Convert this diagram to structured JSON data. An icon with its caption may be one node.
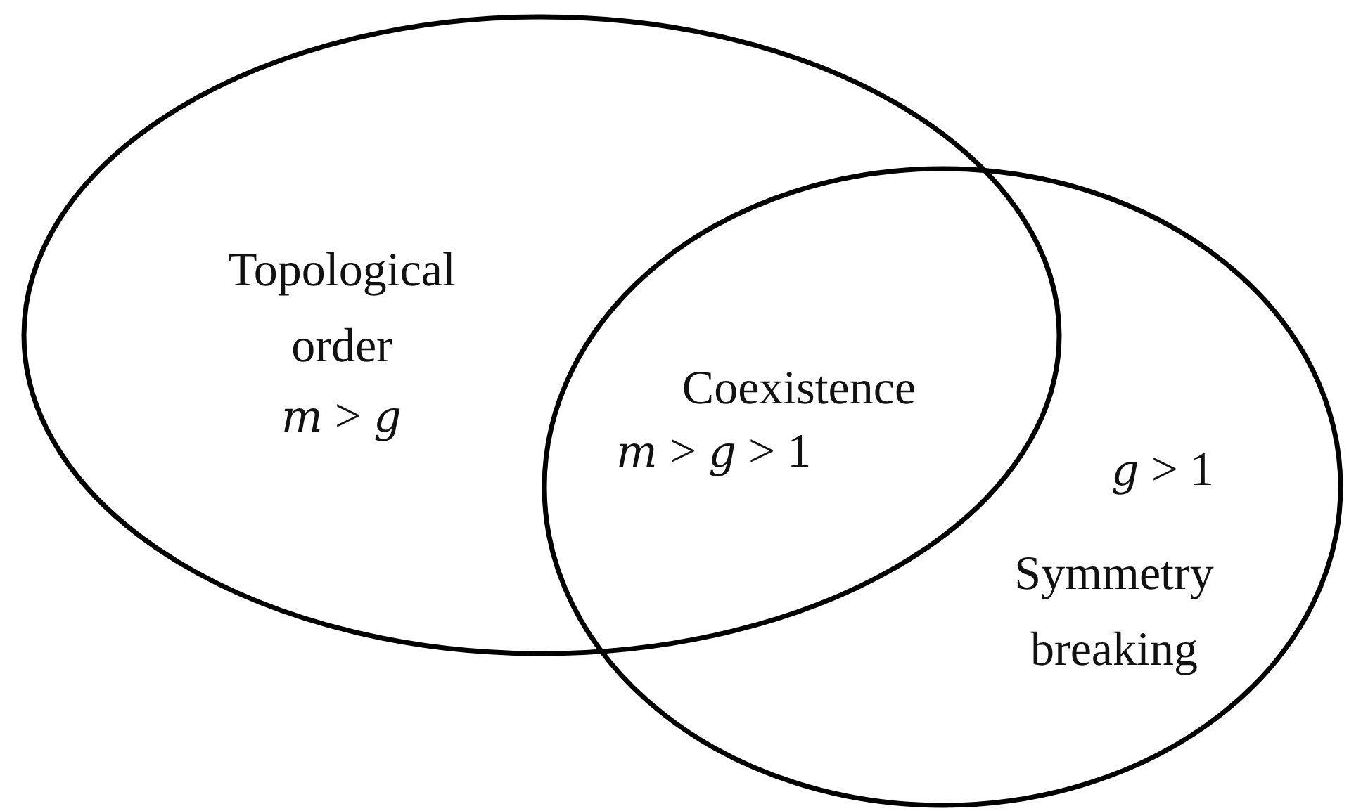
{
  "diagram": {
    "nodes": [
      {
        "text": [
          "Topological order",
          "*m* > *g*"
        ]
      },
      {
        "text": [
          "*g* > 1",
          "Symmetry breaking"
        ]
      }
    ],
    "labels": [
      "Coexistence",
      "*m* > *g* > 1"
    ]
  }
}
